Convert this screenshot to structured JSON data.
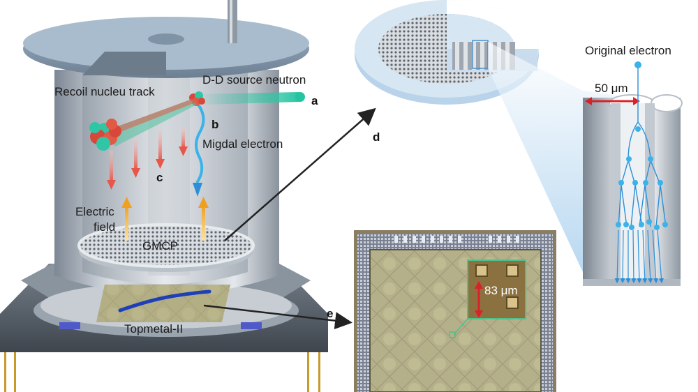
{
  "labels": {
    "recoil": "Recoil nucleu track",
    "source": "D-D source neutron",
    "migdal": "Migdal electron",
    "field1": "Electric",
    "field2": "field",
    "gmcp": "GMCP",
    "topmetal": "Topmetal-II",
    "original": "Original electron",
    "pore": "50 μm",
    "pitch": "83 μm"
  },
  "letters": {
    "a": "a",
    "b": "b",
    "c": "c",
    "d": "d",
    "e": "e"
  }
}
